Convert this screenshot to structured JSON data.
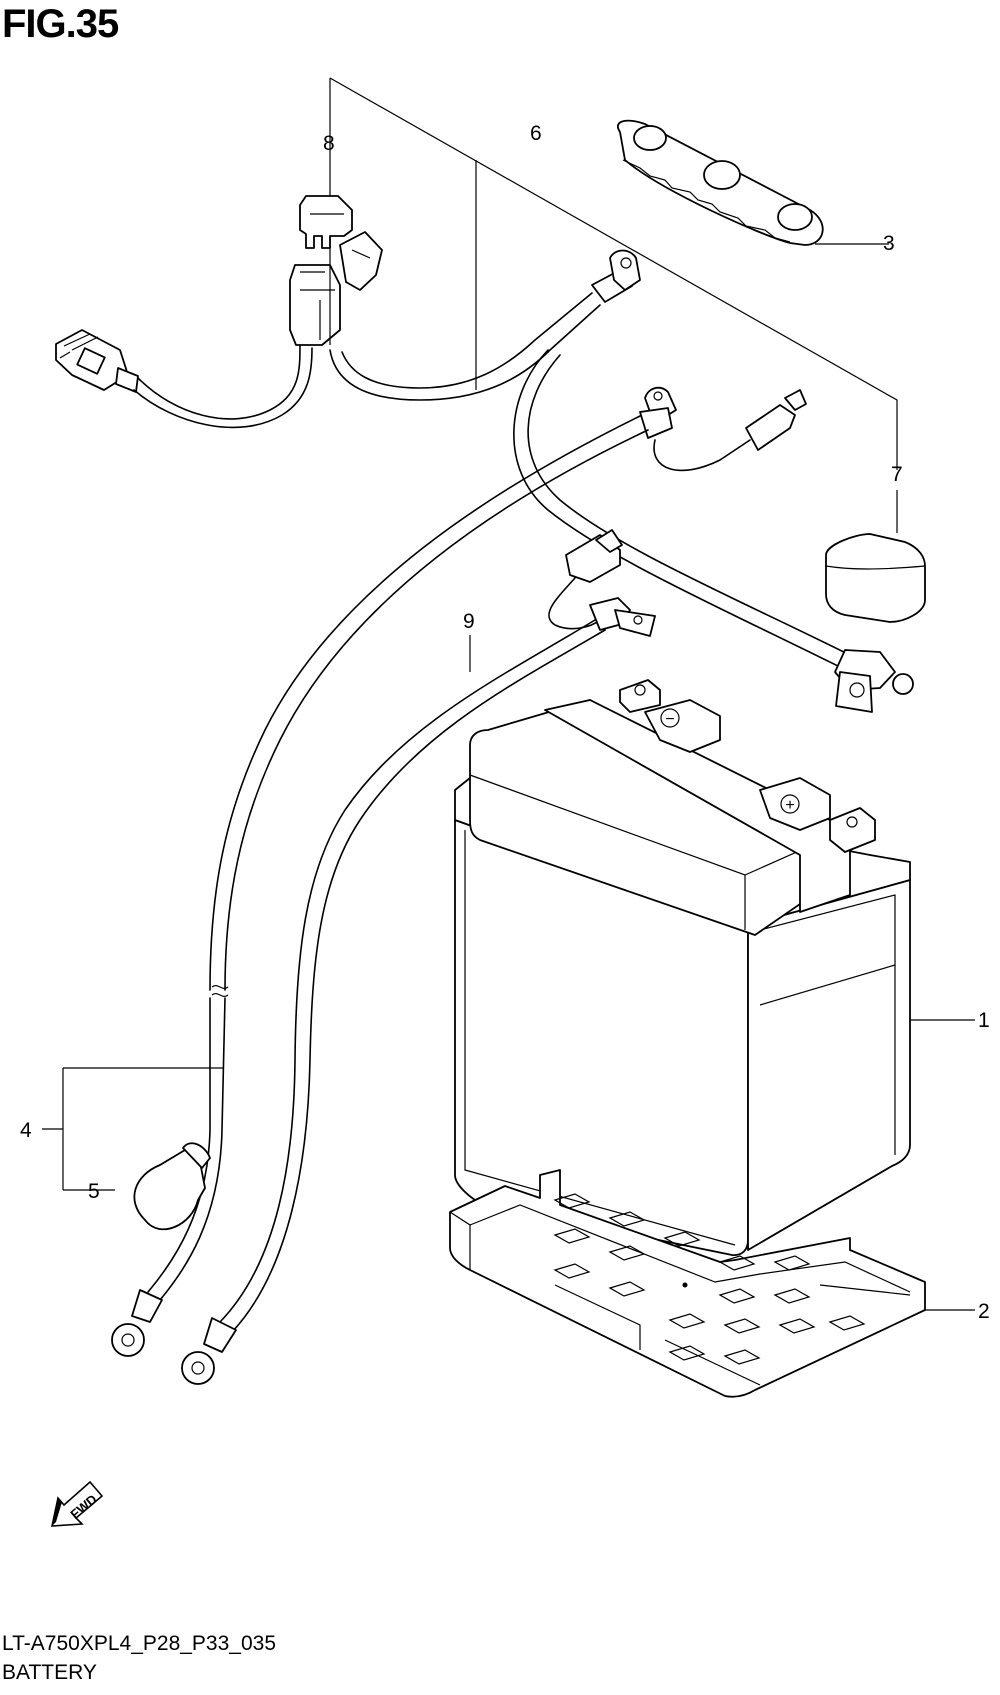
{
  "figure": {
    "title": "FIG.35"
  },
  "callouts": [
    "1",
    "2",
    "3",
    "4",
    "5",
    "6",
    "7",
    "8",
    "9"
  ],
  "fwd_label": "FWD",
  "footer": {
    "code": "LT-A750XPL4_P28_P33_035",
    "name": "BATTERY"
  },
  "battery": {
    "minus_symbol": "−",
    "plus_symbol": "+"
  }
}
